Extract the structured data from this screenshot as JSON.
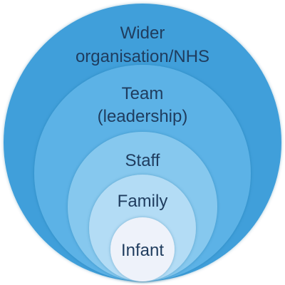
{
  "layers": [
    {
      "lines": [
        "Wider",
        "organisation/NHS"
      ],
      "color": "#3f9fda"
    },
    {
      "lines": [
        "Team",
        "(leadership)"
      ],
      "color": "#5bb2e6"
    },
    {
      "lines": [
        "Staff"
      ],
      "color": "#86c8ee"
    },
    {
      "lines": [
        "Family"
      ],
      "color": "#b3dcf5"
    },
    {
      "lines": [
        "Infant"
      ],
      "color": "#eef2fa"
    }
  ]
}
